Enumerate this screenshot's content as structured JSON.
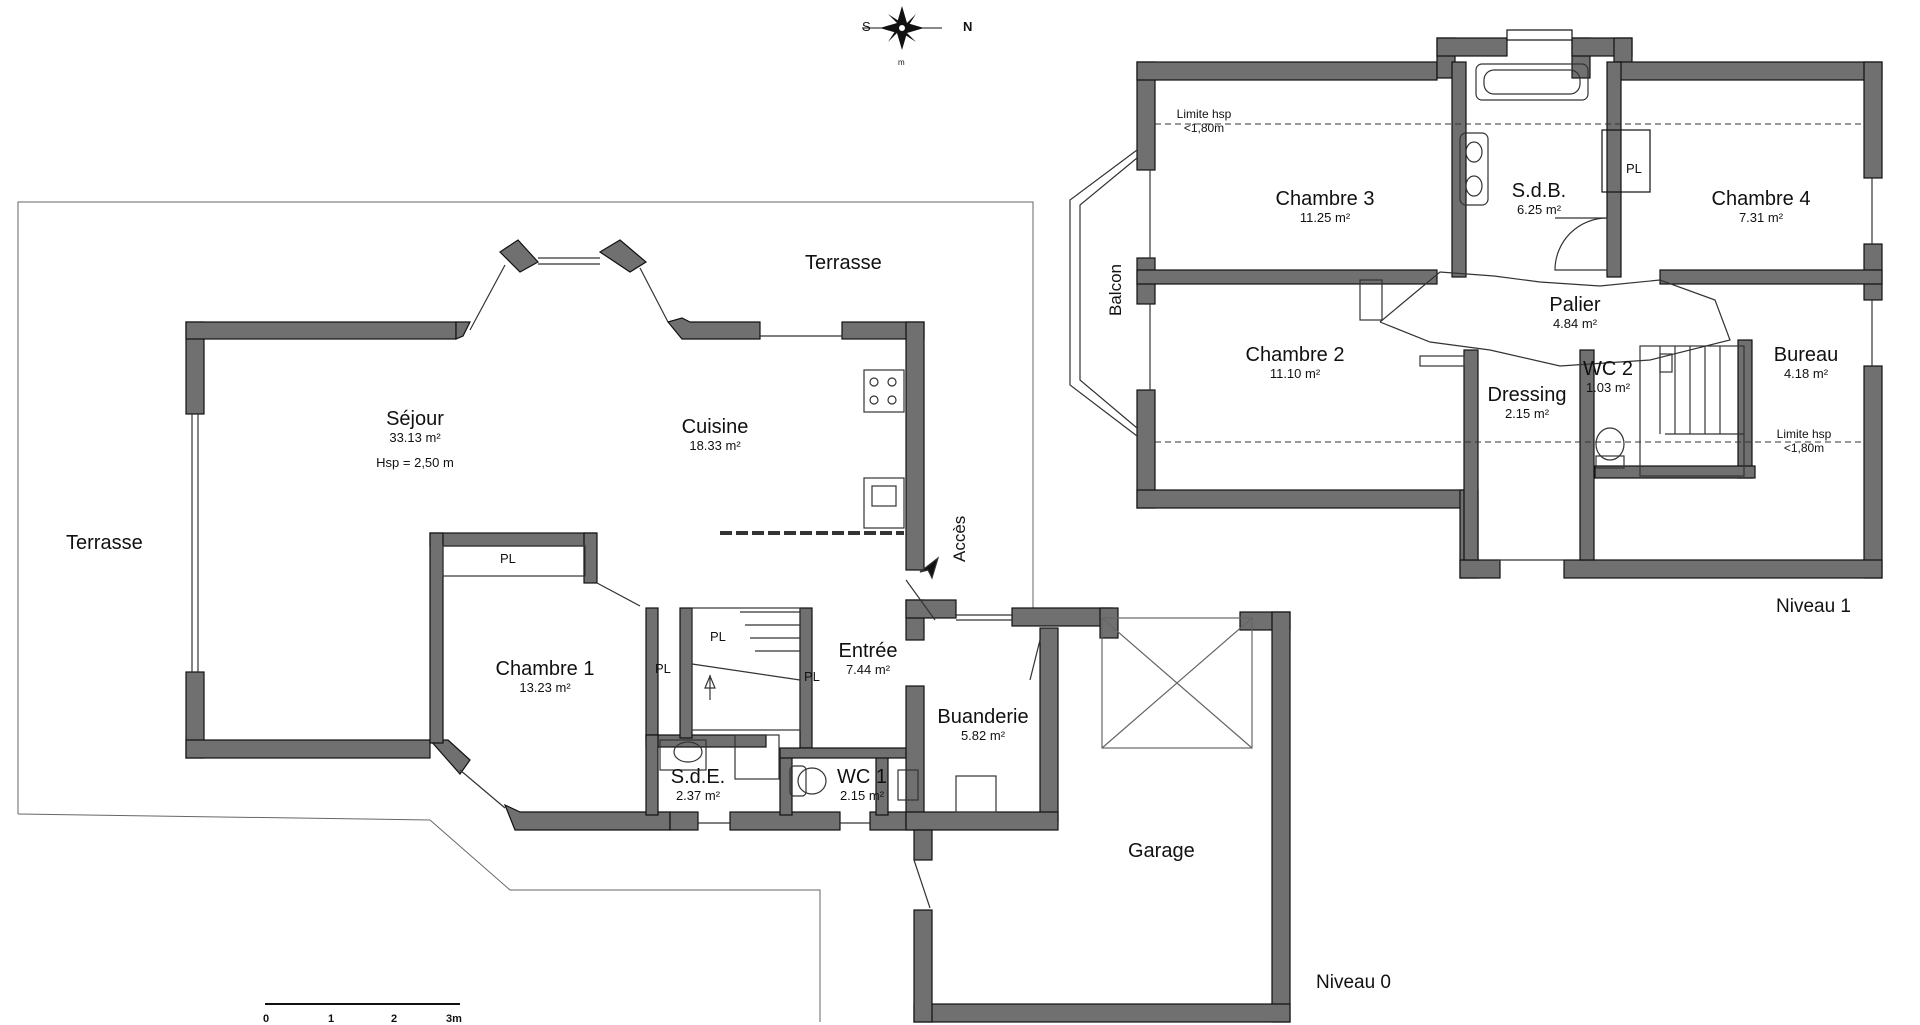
{
  "compass": {
    "north": "N",
    "south": "S",
    "mark": "m"
  },
  "levels": {
    "ground": "Niveau 0",
    "first": "Niveau 1"
  },
  "scale_labels": [
    "0",
    "1",
    "2",
    "3m"
  ],
  "ground_floor": {
    "terrace_top": "Terrasse",
    "terrace_left": "Terrasse",
    "sejour": {
      "name": "Séjour",
      "area": "33.13 m²",
      "height": "Hsp =  2,50 m"
    },
    "cuisine": {
      "name": "Cuisine",
      "area": "18.33 m²"
    },
    "chambre1": {
      "name": "Chambre 1",
      "area": "13.23 m²"
    },
    "entree": {
      "name": "Entrée",
      "area": "7.44 m²"
    },
    "buanderie": {
      "name": "Buanderie",
      "area": "5.82 m²"
    },
    "sde": {
      "name": "S.d.E.",
      "area": "2.37 m²"
    },
    "wc1": {
      "name": "WC 1",
      "area": "2.15 m²"
    },
    "garage": {
      "name": "Garage"
    },
    "acces": "Accès",
    "pl": "PL"
  },
  "first_floor": {
    "chambre3": {
      "name": "Chambre 3",
      "area": "11.25 m²"
    },
    "sdb": {
      "name": "S.d.B.",
      "area": "6.25 m²"
    },
    "chambre4": {
      "name": "Chambre 4",
      "area": "7.31 m²"
    },
    "chambre2": {
      "name": "Chambre 2",
      "area": "11.10 m²"
    },
    "palier": {
      "name": "Palier",
      "area": "4.84 m²"
    },
    "dressing": {
      "name": "Dressing",
      "area": "2.15 m²"
    },
    "wc2": {
      "name": "WC 2",
      "area": "1.03 m²"
    },
    "bureau": {
      "name": "Bureau",
      "area": "4.18 m²"
    },
    "balcon": "Balcon",
    "limite_hsp_left": {
      "line1": "Limite hsp",
      "line2": "<1,80m"
    },
    "limite_hsp_right": {
      "line1": "Limite hsp",
      "line2": "<1,80m"
    },
    "pl": "PL"
  },
  "colors": {
    "wall": "#707070",
    "wall_stroke": "#111111",
    "ink": "#111111"
  }
}
